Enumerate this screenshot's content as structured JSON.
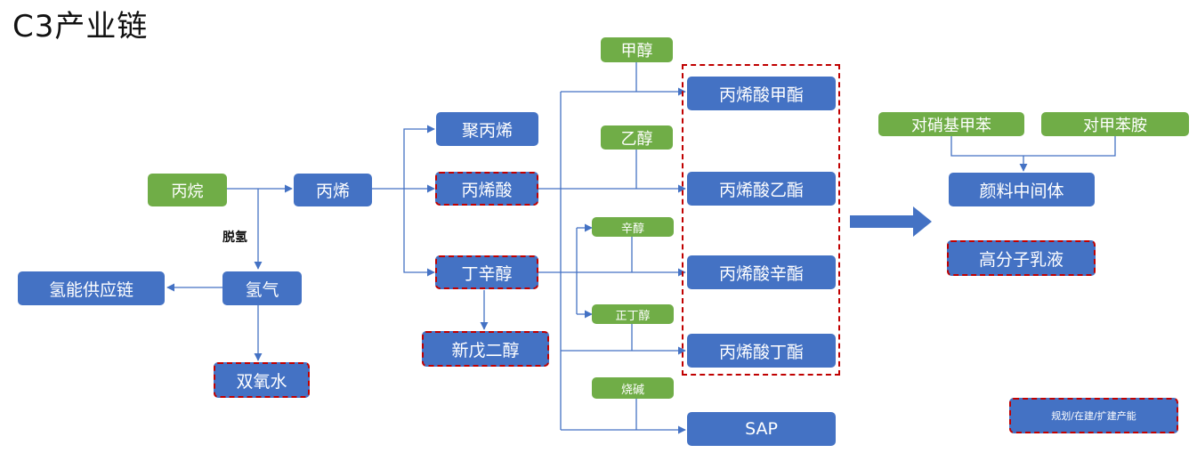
{
  "title": "C3产业链",
  "nodes": {
    "propane": "丙烷",
    "propylene": "丙烯",
    "hydrogen": "氢气",
    "hydrogen_chain": "氢能供应链",
    "hydrogen_peroxide": "双氧水",
    "polypropylene": "聚丙烯",
    "acrylic_acid": "丙烯酸",
    "octanol_butanol": "丁辛醇",
    "neopentyl_glycol": "新戊二醇",
    "methanol": "甲醇",
    "ethanol": "乙醇",
    "octanol": "辛醇",
    "n_butanol": "正丁醇",
    "caustic_soda": "烧碱",
    "methyl_acrylate": "丙烯酸甲酯",
    "ethyl_acrylate": "丙烯酸乙酯",
    "octyl_acrylate": "丙烯酸辛酯",
    "butyl_acrylate": "丙烯酸丁酯",
    "sap": "SAP",
    "p_nitrotoluene": "对硝基甲苯",
    "p_toluidine": "对甲苯胺",
    "pigment_intermediate": "颜料中间体",
    "polymer_emulsion": "高分子乳液"
  },
  "labels": {
    "dehydrogenation": "脱氢"
  },
  "legend": {
    "planned": "规划/在建/扩建产能"
  },
  "colors": {
    "blue": "#4472c4",
    "green": "#70ad47",
    "planned_border": "#c00000"
  }
}
